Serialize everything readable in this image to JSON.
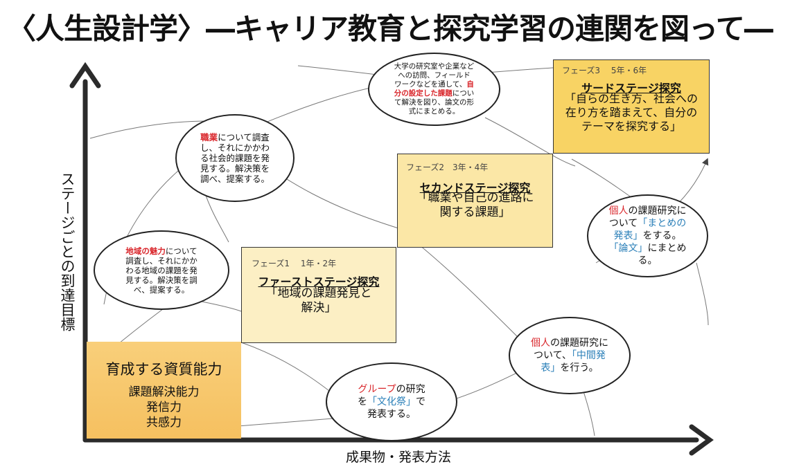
{
  "title": "〈人生設計学〉―キャリア教育と探究学習の連関を図って―",
  "axes": {
    "y_label": "ステージごとの到達目標",
    "x_label": "成果物・発表方法"
  },
  "quality": {
    "heading": "育成する資質能力",
    "items": [
      "課題解決能力",
      "発信力",
      "共感力"
    ]
  },
  "phases": [
    {
      "label": "フェーズ1　 1年・2年",
      "title": "ファーストステージ探究",
      "body": [
        "「地域の課題発見と",
        "解決」"
      ],
      "color": "#fcefc4"
    },
    {
      "label": "フェーズ2　3年・4年",
      "title": "セカンドステージ探究",
      "body": [
        "「職業や自己の進路に",
        "関する課題」"
      ],
      "color": "#fbe7a6"
    },
    {
      "label": "フェーズ3　 5年・6年",
      "title": "サードステージ探究",
      "body": [
        "「自らの生き方、社会への",
        "在り方を踏まえて、自分の",
        "テーマを探究する」"
      ],
      "color": "#f8d364"
    }
  ],
  "bubbles": {
    "region": {
      "em": "地域の魅力",
      "rest": [
        "について",
        "調査し、それにかか",
        "わる地域の課題を発",
        "見する。解決策を調",
        "べ、提案する。"
      ]
    },
    "job": {
      "em": "職業",
      "rest": [
        "について調査",
        "し、それにかかわ",
        "る社会的課題を発",
        "見する。解決策を",
        "調べ、提案する。"
      ]
    },
    "univ": {
      "pre": [
        "大学の研究室や企業など",
        "への訪問、フィールド",
        "ワークなどを通して、"
      ],
      "em1": "自",
      "em2": "分の設定した課題",
      "post": [
        "につい",
        "て解決を図り、論文の形",
        "式にまとめる。"
      ]
    },
    "group": {
      "em": "グループ",
      "a": "の研究",
      "b": "を",
      "c": "「文化祭」",
      "d": "で",
      "e": "発表する。"
    },
    "mid": {
      "em": "個人",
      "a": "の課題研究に",
      "b": "ついて、",
      "c": "「中間発",
      "d": "表」",
      "e": "を行う。"
    },
    "final": {
      "em": "個人",
      "a": "の課題研究に",
      "b": "ついて",
      "c": "「まとめの",
      "d": "発表」",
      "e": "をする。",
      "f": "「論文」",
      "g": "にまとめ",
      "h": "る。"
    }
  }
}
